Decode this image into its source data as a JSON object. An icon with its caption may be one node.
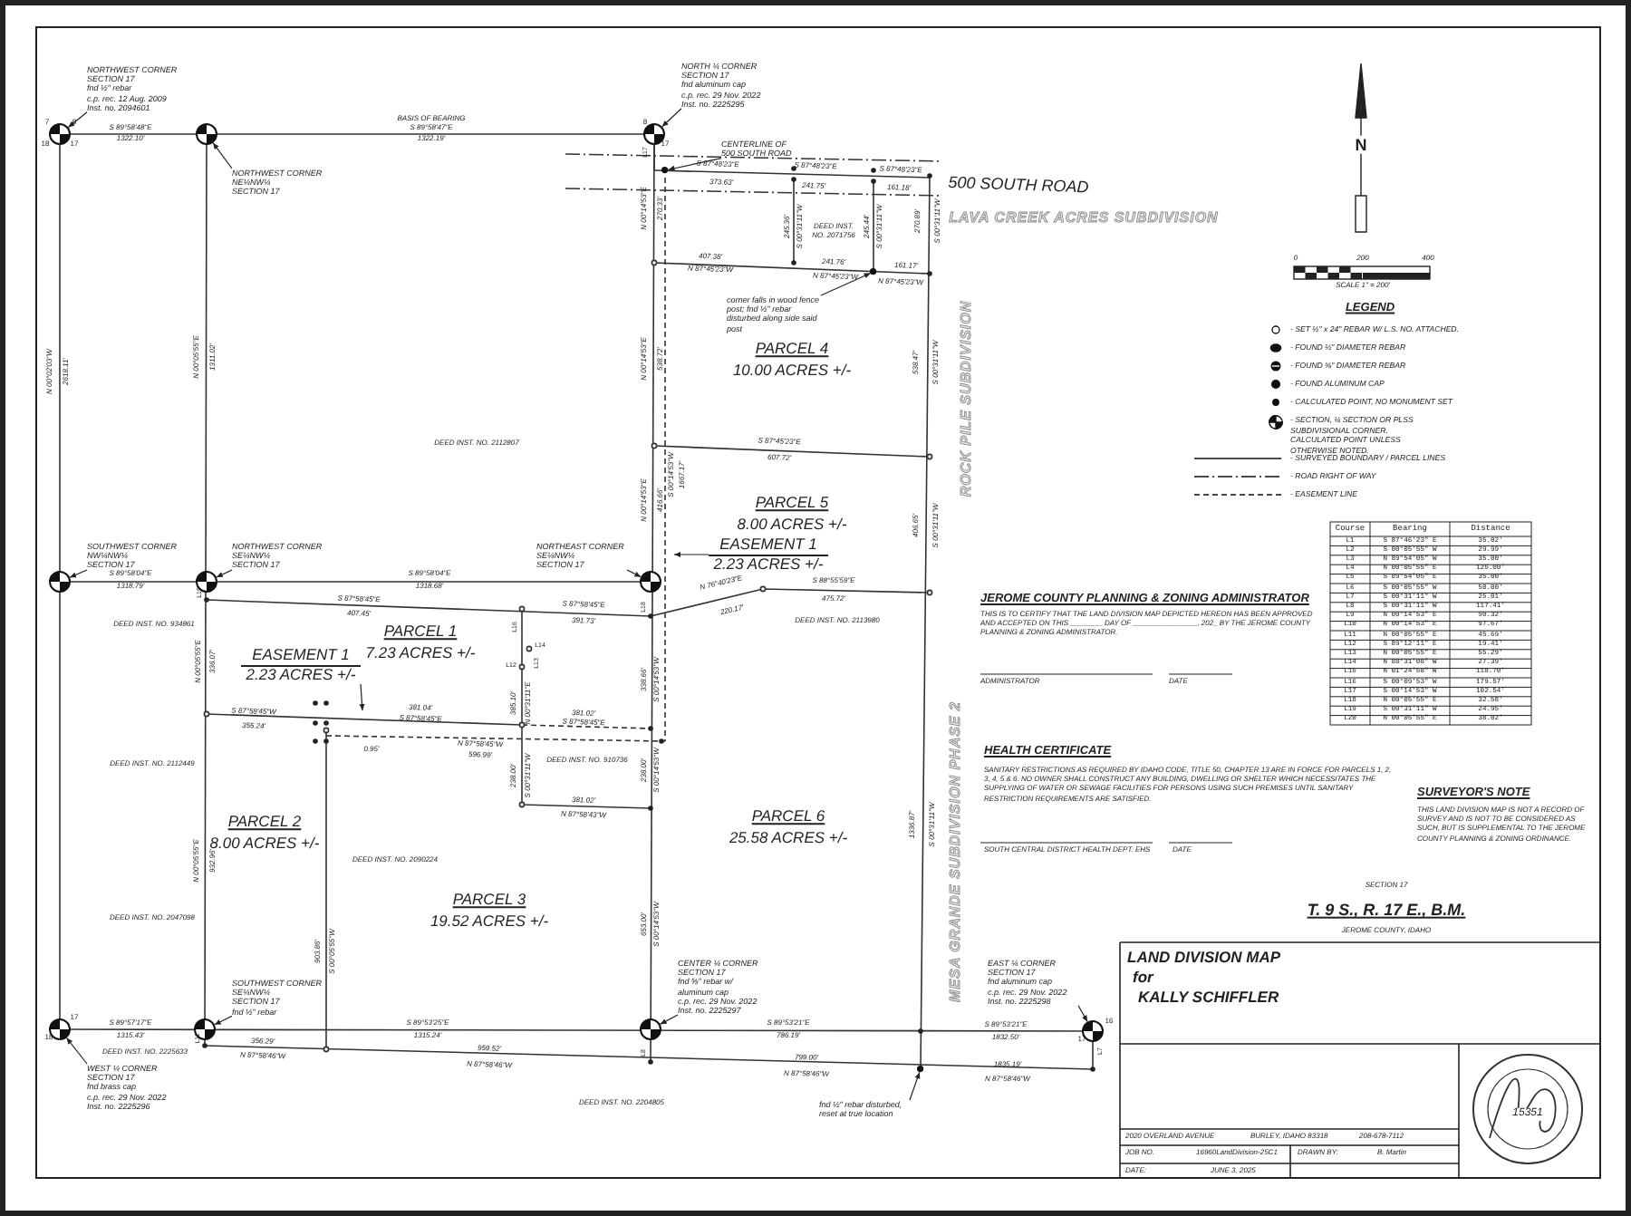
{
  "diagram": {
    "nodes": [
      {
        "text": [
          "NORTHWEST CORNER",
          "SECTION 17",
          "fnd ½\" rebar",
          "c.p. rec. 12 Aug. 2009",
          "Inst. no. 2094601"
        ]
      },
      {
        "text": [],
        "shape": "circle"
      },
      {
        "text": [
          "NORTHWEST CORNER",
          "NE¼NW¼",
          "SECTION 17"
        ]
      },
      {
        "text": [],
        "shape": "circle"
      },
      {
        "text": [
          "NORTH ¼ CORNER",
          "SECTION 17",
          "fnd aluminum cap",
          "c.p. rec. 29 Nov. 2022",
          "Inst. no. 2225295"
        ]
      },
      {
        "text": [],
        "shape": "circle"
      },
      {
        "text": [
          "CENTERLINE OF 500 SOUTH ROAD"
        ]
      },
      {
        "text": [],
        "shape": "circle"
      },
      {
        "text": [
          "SOUTHWEST CORNER",
          "NW¼NW¼",
          "SECTION 17"
        ]
      },
      {
        "text": [],
        "shape": "circle"
      },
      {
        "text": [
          "NORTHWEST CORNER",
          "SE¼NW¼",
          "SECTION 17"
        ]
      },
      {
        "text": [],
        "shape": "circle"
      },
      {
        "text": [
          "NORTHEAST CORNER",
          "SE¼NW¼",
          "SECTION 17"
        ]
      },
      {
        "text": [],
        "shape": "circle"
      },
      {
        "text": [
          "WEST ¼ CORNER",
          "SECTION 17",
          "fnd brass cap",
          "c.p. rec. 29 Nov. 2022",
          "Inst. no. 2225296"
        ]
      },
      {
        "text": [],
        "shape": "circle"
      },
      {
        "text": [
          "SOUTHWEST CORNER",
          "SE¼NW¼",
          "SECTION 17",
          "fnd ½\" rebar"
        ]
      },
      {
        "text": [],
        "shape": "circle"
      },
      {
        "text": [
          "CENTER ¼ CORNER",
          "SECTION 17",
          "fnd ⅝\" rebar w/",
          "aluminum cap",
          "c.p. rec. 29 Nov. 2022",
          "Inst. no. 2225297"
        ]
      },
      {
        "text": [],
        "shape": "circle"
      },
      {
        "text": [
          "EAST ¼ CORNER",
          "SECTION 17",
          "fnd aluminum cap",
          "c.p. rec. 29 Nov. 2022",
          "Inst. no. 2225298"
        ]
      },
      {
        "text": [],
        "shape": "circle"
      },
      {
        "text": [
          "corner falls in wood fence post; fnd ½\" rebar disturbed along side said post"
        ]
      },
      {
        "text": [],
        "shape": "circle"
      },
      {
        "text": [
          "fnd ½\" rebar disturbed, reset at true location"
        ]
      },
      {
        "text": [],
        "shape": "circle"
      },
      {
        "text": [
          "EASEMENT 1",
          "2.23 ACRES +/-"
        ]
      },
      {
        "text": [
          "EASEMENT 1",
          "2.23 ACRES +/-"
        ]
      }
    ],
    "edges": [
      {
        "from": 0,
        "to": 1,
        "arrow": "to"
      },
      {
        "from": 2,
        "to": 3,
        "arrow": "to"
      },
      {
        "from": 4,
        "to": 5,
        "arrow": "to"
      },
      {
        "from": 6,
        "to": 7,
        "arrow": "to"
      },
      {
        "from": 8,
        "to": 9,
        "arrow": "to"
      },
      {
        "from": 10,
        "to": 11,
        "arrow": "to"
      },
      {
        "from": 12,
        "to": 13,
        "arrow": "to"
      },
      {
        "from": 14,
        "to": 15,
        "arrow": "to"
      },
      {
        "from": 16,
        "to": 17,
        "arrow": "to"
      },
      {
        "from": 18,
        "to": 19,
        "arrow": "to"
      },
      {
        "from": 20,
        "to": 21,
        "arrow": "to"
      },
      {
        "from": 22,
        "to": 23,
        "arrow": "to"
      },
      {
        "from": 24,
        "to": 25,
        "arrow": "to"
      },
      {
        "from": 26,
        "to": null,
        "arrow": "to"
      },
      {
        "from": 27,
        "to": null,
        "arrow": "to"
      }
    ],
    "labels": [
      "7",
      "8",
      "18",
      "17",
      "S 89°58'48\"E",
      "1322.10'",
      "BASIS OF BEARING",
      "S 89°58'47\"E",
      "1322.19'",
      "8",
      "17",
      "N 00°02'03\"W",
      "2618.11'",
      "N 00°05'55\"E",
      "1311.02'",
      "L17",
      "N 00°14'53\"E",
      "270.33'",
      "S 87°48'23\"E",
      "373.63'",
      "S 87°48'23\"E",
      "241.75'",
      "S 87°48'23\"E",
      "161.18'",
      "500 SOUTH ROAD",
      "LAVA CREEK ACRES SUBDIVISION",
      "DEED INST. NO. 2071756",
      "245.36'",
      "S 00°31'11\"W",
      "245.44'",
      "S 00°31'11\"W",
      "270.89'",
      "S 00°31'11\"W",
      "407.38'",
      "N 87°45'23\"W",
      "241.76'",
      "N 87°45'23\"W",
      "161.17'",
      "N 87°45'23\"W",
      "N 00°14'53\"E",
      "538.72'",
      "PARCEL 4",
      "10.00 ACRES +/-",
      "538.47'",
      "S 00°31'11\"W",
      "ROCK PILE SUBDIVISION",
      "DEED INST. NO. 2112807",
      "S 87°45'23\"E",
      "607.72'",
      "S 00°14'53\"W",
      "1667.17'",
      "PARCEL 5",
      "8.00 ACRES +/-",
      "N 00°14'53\"E",
      "416.66'",
      "406.65'",
      "S 00°31'11\"W",
      "S 89°58'04\"E",
      "1318.79'",
      "S 89°58'04\"E",
      "1318.68'",
      "L19",
      "L18",
      "N 76°40'23\"E",
      "220.17'",
      "S 88°55'59\"E",
      "475.72'",
      "S 87°58'45\"E",
      "407.45'",
      "S 87°58'45\"E",
      "391.73'",
      "DEED INST. NO. 934861",
      "DEED INST. NO. 2113980",
      "PARCEL 1",
      "7.23 ACRES +/-",
      "L16",
      "L14",
      "L12",
      "L13",
      "N 00°05'55\"E",
      "336.07'",
      "385.10'",
      "N 00°31'11\"E",
      "338.66'",
      "S 00°14'53\"W",
      "S 87°58'45\"W",
      "355.24'",
      "381.04'",
      "S 87°58'45\"E",
      "0.95'",
      "381.02'",
      "S 87°58'45\"E",
      "N 87°58'45\"W",
      "596.99'",
      "DEED INST. NO. 910736",
      "DEED INST. NO. 2112449",
      "238.00'",
      "S 00°31'11\"W",
      "238.00'",
      "S 00°14'53\"W",
      "381.02'",
      "N 87°58'43\"W",
      "PARCEL 2",
      "8.00 ACRES +/-",
      "N 00°05'55\"E",
      "932.96'",
      "DEED INST. NO. 2090224",
      "903.86'",
      "S 00°05'55\"W",
      "PARCEL 3",
      "19.52 ACRES +/-",
      "DEED INST. NO. 2047098",
      "653.00'",
      "S 00°14'53\"W",
      "PARCEL 6",
      "25.58 ACRES +/-",
      "1336.87'",
      "S 00°31'11\"W",
      "MESA GRANDE SUBDIVISION PHASE 2",
      "17",
      "18",
      "S 89°57'17\"E",
      "1315.43'",
      "L11",
      "S 89°53'25\"E",
      "1315.24'",
      "L8",
      "S 89°53'21\"E",
      "786.19'",
      "S 89°53'21\"E",
      "1832.50'",
      "L7",
      "17",
      "16",
      "DEED INST. NO. 2225633",
      "356.29'",
      "N 87°58'46\"W",
      "959.52'",
      "N 87°58'46\"W",
      "799.00'",
      "N 87°58'46\"W",
      "1835.19'",
      "N 87°58'46\"W",
      "DEED INST. NO. 2204805",
      "N",
      "0",
      "200",
      "400",
      "SCALE 1\" = 200'",
      "LEGEND",
      "JEROME COUNTY PLANNING & ZONING ADMINISTRATOR",
      "THIS IS TO CERTIFY THAT THE LAND DIVISION MAP DEPICTED HEREON HAS BEEN APPROVED AND ACCEPTED ON THIS ________ DAY OF ________________, 202_ BY THE JEROME COUNTY PLANNING & ZONING ADMINISTRATOR.",
      "ADMINISTRATOR",
      "DATE",
      "HEALTH CERTIFICATE",
      "SANITARY RESTRICTIONS AS REQUIRED BY IDAHO CODE, TITLE 50, CHAPTER 13 ARE IN FORCE FOR PARCELS 1, 2, 3, 4, 5 & 6. NO OWNER SHALL CONSTRUCT ANY BUILDING, DWELLING OR SHELTER WHICH NECESSITATES THE SUPPLYING OF WATER OR SEWAGE FACILITIES FOR PERSONS USING SUCH PREMISES UNTIL SANITARY RESTRICTION REQUIREMENTS ARE SATISFIED.",
      "SOUTH CENTRAL DISTRICT HEALTH DEPT. EHS",
      "DATE",
      "SURVEYOR'S NOTE",
      "THIS LAND DIVISION MAP IS NOT A RECORD OF SURVEY AND IS NOT TO BE CONSIDERED AS SUCH, BUT IS SUPPLEMENTAL TO THE JEROME COUNTY PLANNING & ZONING ORDINANCE.",
      "SECTION 17",
      "T. 9 S., R. 17 E., B.M.",
      "JEROME COUNTY, IDAHO",
      "LAND DIVISION MAP",
      "for",
      "KALLY SCHIFFLER",
      "2020 OVERLAND AVENUE",
      "BURLEY, IDAHO 83318",
      "208-678-7112",
      "JOB NO.",
      "16960LandDivision-25C1",
      "DRAWN BY:",
      "B. Martin",
      "DATE:",
      "JUNE 3, 2025",
      "15351",
      "Course",
      "Bearing",
      "Distance",
      "L1",
      "S 87°46'23\" E",
      "35.02'",
      "L2",
      "S 00°05'55\" W",
      "29.99'",
      "L3",
      "N 89°54'05\" W",
      "35.00'",
      "L4",
      "N 00°05'55\" E",
      "125.00'",
      "L5",
      "S 89°54'05\" E",
      "35.00'",
      "L6",
      "S 00°05'55\" W",
      "50.00'",
      "L7",
      "S 00°31'11\" W",
      "25.01'",
      "L8",
      "S 00°31'11\" W",
      "117.41'",
      "L9",
      "N 00°14'53\" E",
      "90.32'",
      "L10",
      "N 00°14'53\" E",
      "97.67'",
      "L11",
      "N 00°05'55\" E",
      "45.69'",
      "L12",
      "S 89°12'11\" E",
      "19.41'",
      "L13",
      "N 00°05'55\" E",
      "55.29'",
      "L14",
      "N 88°31'08\" W",
      "27.39'",
      "L15",
      "N 01°24'58\" W",
      "118.70'",
      "L16",
      "S 00°09'53\" W",
      "179.57'",
      "L17",
      "S 00°14'53\" W",
      "102.54'",
      "L18",
      "N 00°05'55\" E",
      "32.58'",
      "L19",
      "S 00°31'11\" W",
      "24.95'",
      "L20",
      "N 00°05'55\" E",
      "38.02'"
    ],
    "legend": [
      {
        "text": "- SET ½\" x 24\" REBAR W/ L.S. NO. ATTACHED."
      },
      {
        "text": "- FOUND ½\" DIAMETER REBAR"
      },
      {
        "text": "- FOUND ⅝\" DIAMETER REBAR"
      },
      {
        "text": "- FOUND ALUMINUM CAP"
      },
      {
        "text": "- CALCULATED POINT, NO MONUMENT SET"
      },
      {
        "text": "- SECTION, ¼ SECTION OR PLSS SUBDIVISIONAL CORNER. CALCULATED POINT UNLESS OTHERWISE NOTED."
      },
      {
        "text": "- SURVEYED BOUNDARY / PARCEL LINES"
      },
      {
        "text": "- ROAD RIGHT OF WAY"
      },
      {
        "text": "- EASEMENT LINE"
      }
    ]
  }
}
